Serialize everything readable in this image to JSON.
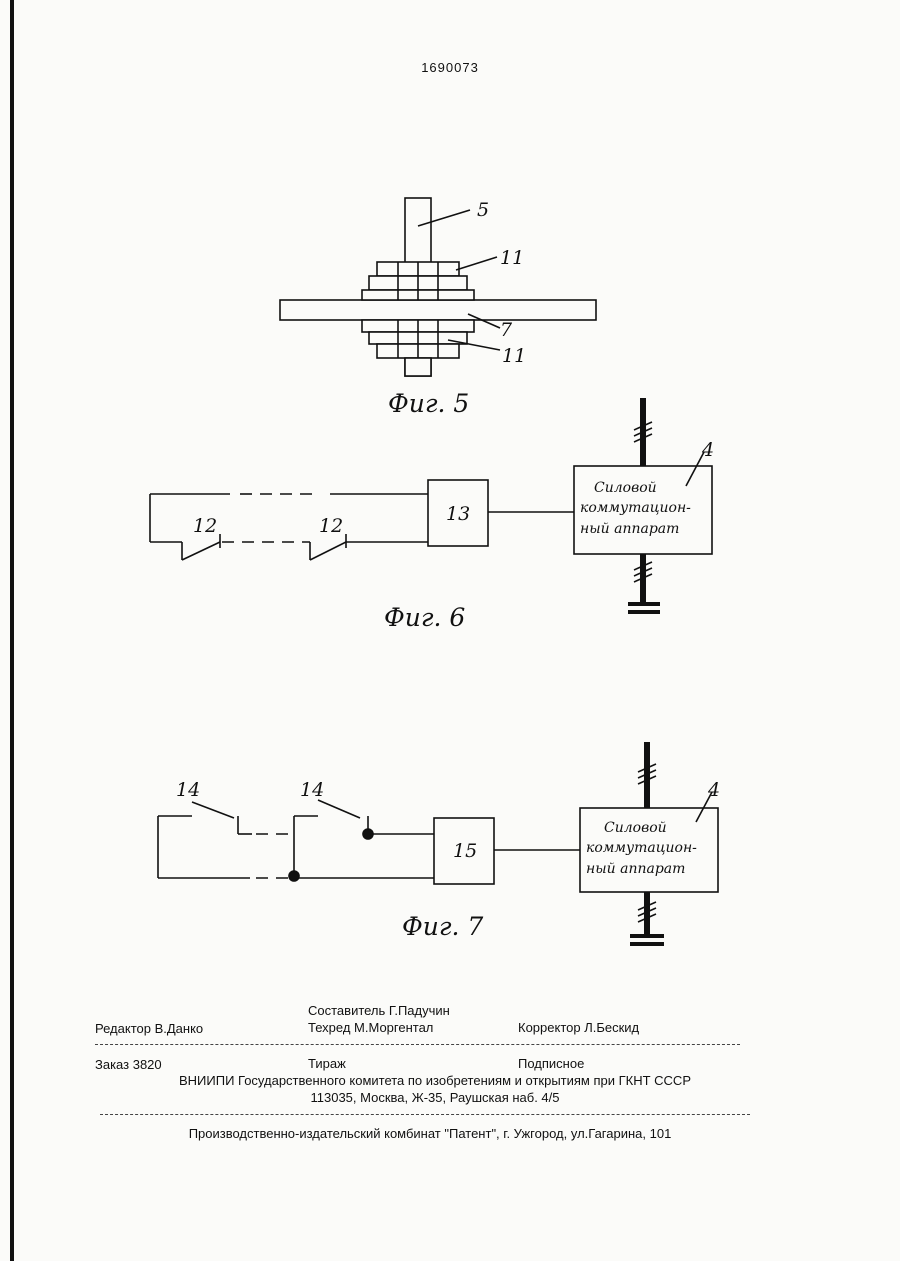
{
  "document": {
    "patent_number": "1690073"
  },
  "figures": {
    "fig5": {
      "caption": "Фиг. 5",
      "labels": [
        "5",
        "11",
        "7",
        "11"
      ]
    },
    "fig6": {
      "caption": "Фиг. 6",
      "contact_labels": [
        "12",
        "12"
      ],
      "block_label": "13",
      "device_number": "4",
      "device_lines": [
        "Силовой",
        "коммутацион-",
        "ный аппарат"
      ]
    },
    "fig7": {
      "caption": "Фиг. 7",
      "contact_labels": [
        "14",
        "14"
      ],
      "block_label": "15",
      "device_number": "4",
      "device_lines": [
        "Силовой",
        "коммутацион-",
        "ный аппарат"
      ]
    }
  },
  "imprint": {
    "compiler": "Составитель Г.Падучин",
    "editor": "Редактор  В.Данко",
    "techred": "Техред М.Моргентал",
    "corrector": "Корректор  Л.Бескид",
    "order": "Заказ 3820",
    "circulation": "Тираж",
    "subscription": "Подписное",
    "institution": "ВНИИПИ Государственного комитета по изобретениям и открытиям при ГКНТ СССР",
    "address": "113035, Москва, Ж-35, Раушская наб. 4/5",
    "publisher": "Производственно-издательский комбинат \"Патент\", г. Ужгород, ул.Гагарина, 101"
  }
}
